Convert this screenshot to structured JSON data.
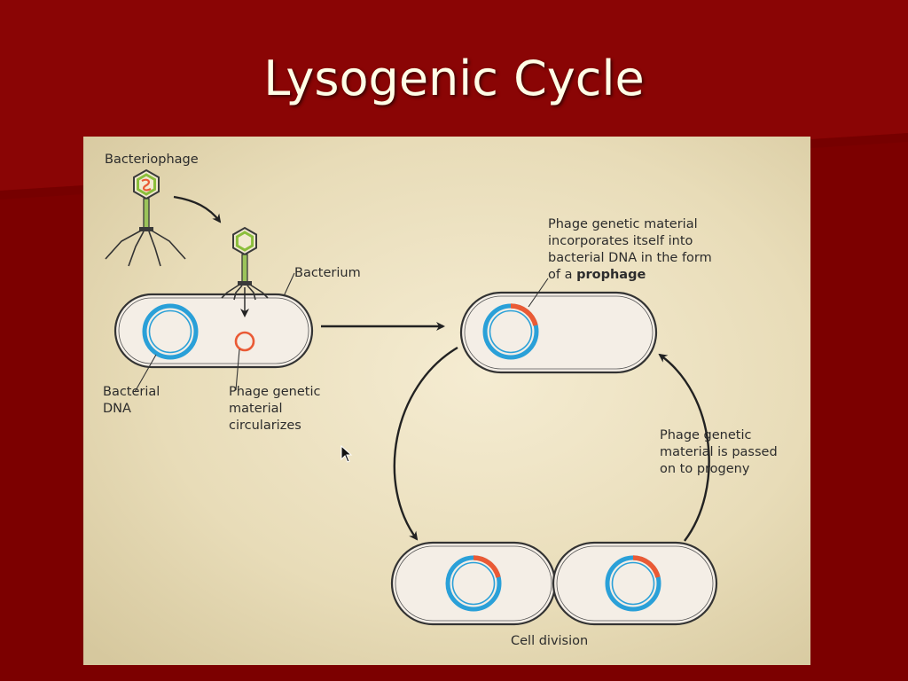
{
  "slide": {
    "title": "Lysogenic Cycle",
    "background_color": "#7a0000"
  },
  "diagram": {
    "background_color": "#eadfbd",
    "colors": {
      "bacterial_dna": "#2aa0d8",
      "phage_dna": "#ea5a35",
      "phage_capsid": "#8bbe3c",
      "cell_fill": "#f4eee6",
      "cell_outline": "#333333"
    },
    "labels": {
      "bacteriophage": "Bacteriophage",
      "bacterium": "Bacterium",
      "bacterial_dna_line1": "Bacterial",
      "bacterial_dna_line2": "DNA",
      "circularizes_line1": "Phage genetic",
      "circularizes_line2": "material",
      "circularizes_line3": "circularizes",
      "prophage_line1": "Phage genetic material",
      "prophage_line2": "incorporates itself into",
      "prophage_line3": "bacterial DNA in the form",
      "prophage_line4_prefix": "of a ",
      "prophage_line4_bold": "prophage",
      "passed_line1": "Phage genetic",
      "passed_line2": "material is passed",
      "passed_line3": "on to progeny",
      "cell_division": "Cell division"
    },
    "icons": {
      "cursor": "mouse-pointer-icon"
    }
  }
}
